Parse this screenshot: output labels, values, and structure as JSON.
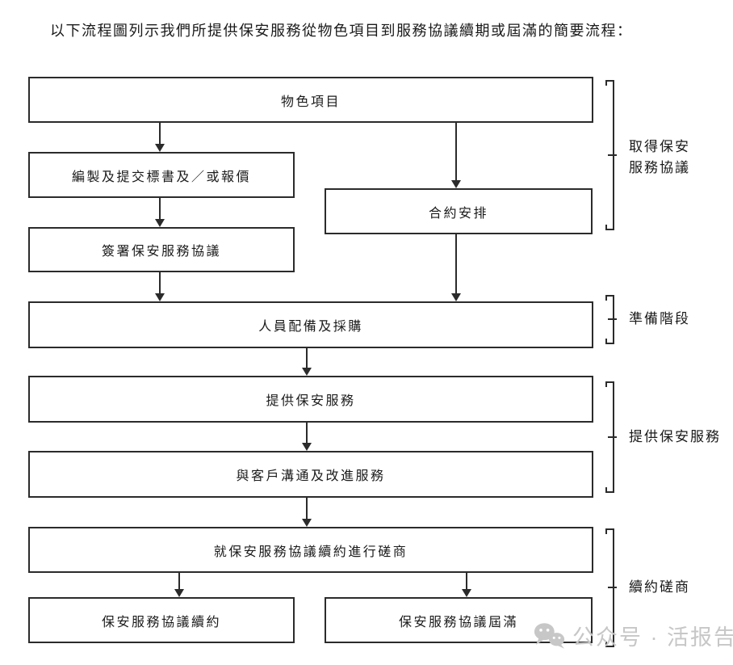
{
  "title": "以下流程圖列示我們所提供保安服務從物色項目到服務協議續期或屆滿的簡要流程：",
  "flowchart": {
    "boxes": [
      {
        "id": "identify-project",
        "label": "物色項目"
      },
      {
        "id": "prepare-tender",
        "label": "編製及提交標書及／或報價"
      },
      {
        "id": "contract-arrangement",
        "label": "合約安排"
      },
      {
        "id": "sign-agreement",
        "label": "簽署保安服務協議"
      },
      {
        "id": "staffing-procurement",
        "label": "人員配備及採購"
      },
      {
        "id": "provide-services",
        "label": "提供保安服務"
      },
      {
        "id": "communicate-improve",
        "label": "與客戶溝通及改進服務"
      },
      {
        "id": "renewal-negotiation",
        "label": "就保安服務協議續約進行磋商"
      },
      {
        "id": "agreement-renewal",
        "label": "保安服務協議續約"
      },
      {
        "id": "agreement-expiry",
        "label": "保安服務協議屆滿"
      }
    ],
    "stages": [
      {
        "id": "obtain-agreement",
        "label": "取得保安\n服務協議"
      },
      {
        "id": "preparation-stage",
        "label": "準備階段"
      },
      {
        "id": "service-provision",
        "label": "提供保安服務"
      },
      {
        "id": "renewal-stage",
        "label": "續約磋商"
      }
    ]
  },
  "watermark": {
    "icon": "wechat-icon",
    "text": "公众号 · 活报告"
  },
  "colors": {
    "line": "#2b2b2b",
    "text": "#1a1a1a",
    "watermark": "#c7c7c7",
    "background": "#ffffff"
  }
}
